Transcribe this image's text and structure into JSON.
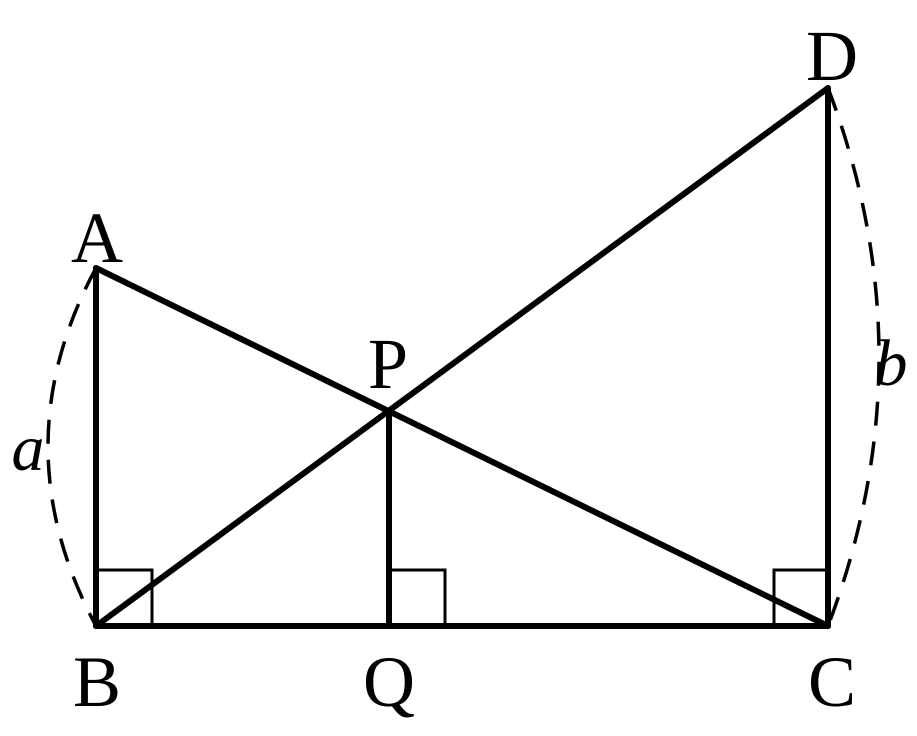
{
  "points": {
    "A": "A",
    "B": "B",
    "C": "C",
    "D": "D",
    "P": "P",
    "Q": "Q"
  },
  "lengths": {
    "AB": "a",
    "DC": "b"
  },
  "right_angles": [
    "B",
    "Q",
    "C"
  ],
  "colors": {
    "stroke": "#000000",
    "background": "#ffffff"
  }
}
